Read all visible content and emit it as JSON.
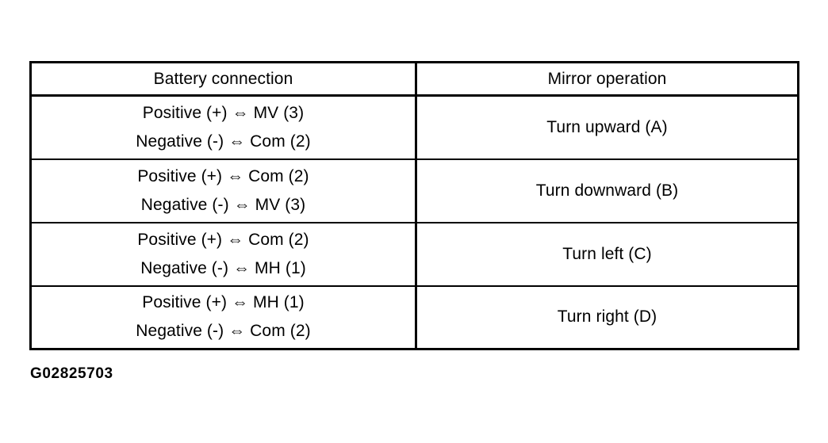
{
  "figure": {
    "caption": "G02825703",
    "arrow_glyph": "⇔",
    "colors": {
      "background": "#ffffff",
      "ink": "#000000",
      "border": "#000000"
    }
  },
  "table": {
    "headers": {
      "battery_connection": "Battery connection",
      "mirror_operation": "Mirror operation"
    },
    "rows": [
      {
        "connection": {
          "positive_line": "Positive (+) ⇔ MV (3)",
          "negative_line": "Negative (-) ⇔ Com (2)",
          "positive_terminal": "Positive (+)",
          "positive_pin": "MV (3)",
          "negative_terminal": "Negative (-)",
          "negative_pin": "Com (2)"
        },
        "operation": "Turn upward (A)",
        "operation_code": "A"
      },
      {
        "connection": {
          "positive_line": "Positive (+) ⇔ Com (2)",
          "negative_line": "Negative (-) ⇔ MV (3)",
          "positive_terminal": "Positive (+)",
          "positive_pin": "Com (2)",
          "negative_terminal": "Negative (-)",
          "negative_pin": "MV (3)"
        },
        "operation": "Turn downward (B)",
        "operation_code": "B"
      },
      {
        "connection": {
          "positive_line": "Positive (+) ⇔ Com (2)",
          "negative_line": "Negative (-) ⇔ MH (1)",
          "positive_terminal": "Positive (+)",
          "positive_pin": "Com (2)",
          "negative_terminal": "Negative (-)",
          "negative_pin": "MH (1)"
        },
        "operation": "Turn left (C)",
        "operation_code": "C"
      },
      {
        "connection": {
          "positive_line": "Positive (+) ⇔ MH (1)",
          "negative_line": "Negative (-) ⇔ Com (2)",
          "positive_terminal": "Positive (+)",
          "positive_pin": "MH (1)",
          "negative_terminal": "Negative (-)",
          "negative_pin": "Com (2)"
        },
        "operation": "Turn right (D)",
        "operation_code": "D"
      }
    ]
  }
}
